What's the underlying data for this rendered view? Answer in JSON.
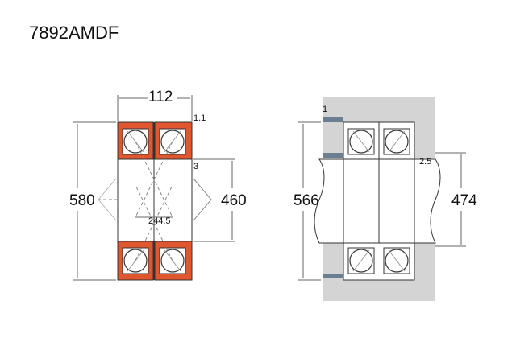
{
  "title": "7892AMDF",
  "left_view": {
    "width": "112",
    "chamfer_outer": "1.1",
    "chamfer_inner": "3",
    "outer_diameter": "580",
    "bore_diameter": "460",
    "spread": "244.5"
  },
  "right_view": {
    "chamfer_housing": "1",
    "chamfer_shaft": "2.5",
    "housing_diameter": "566",
    "shaft_diameter": "474"
  },
  "colors": {
    "ring": "#e0562e",
    "housing": "#d4d4d4",
    "line": "#333333",
    "dim_line": "#666666"
  }
}
